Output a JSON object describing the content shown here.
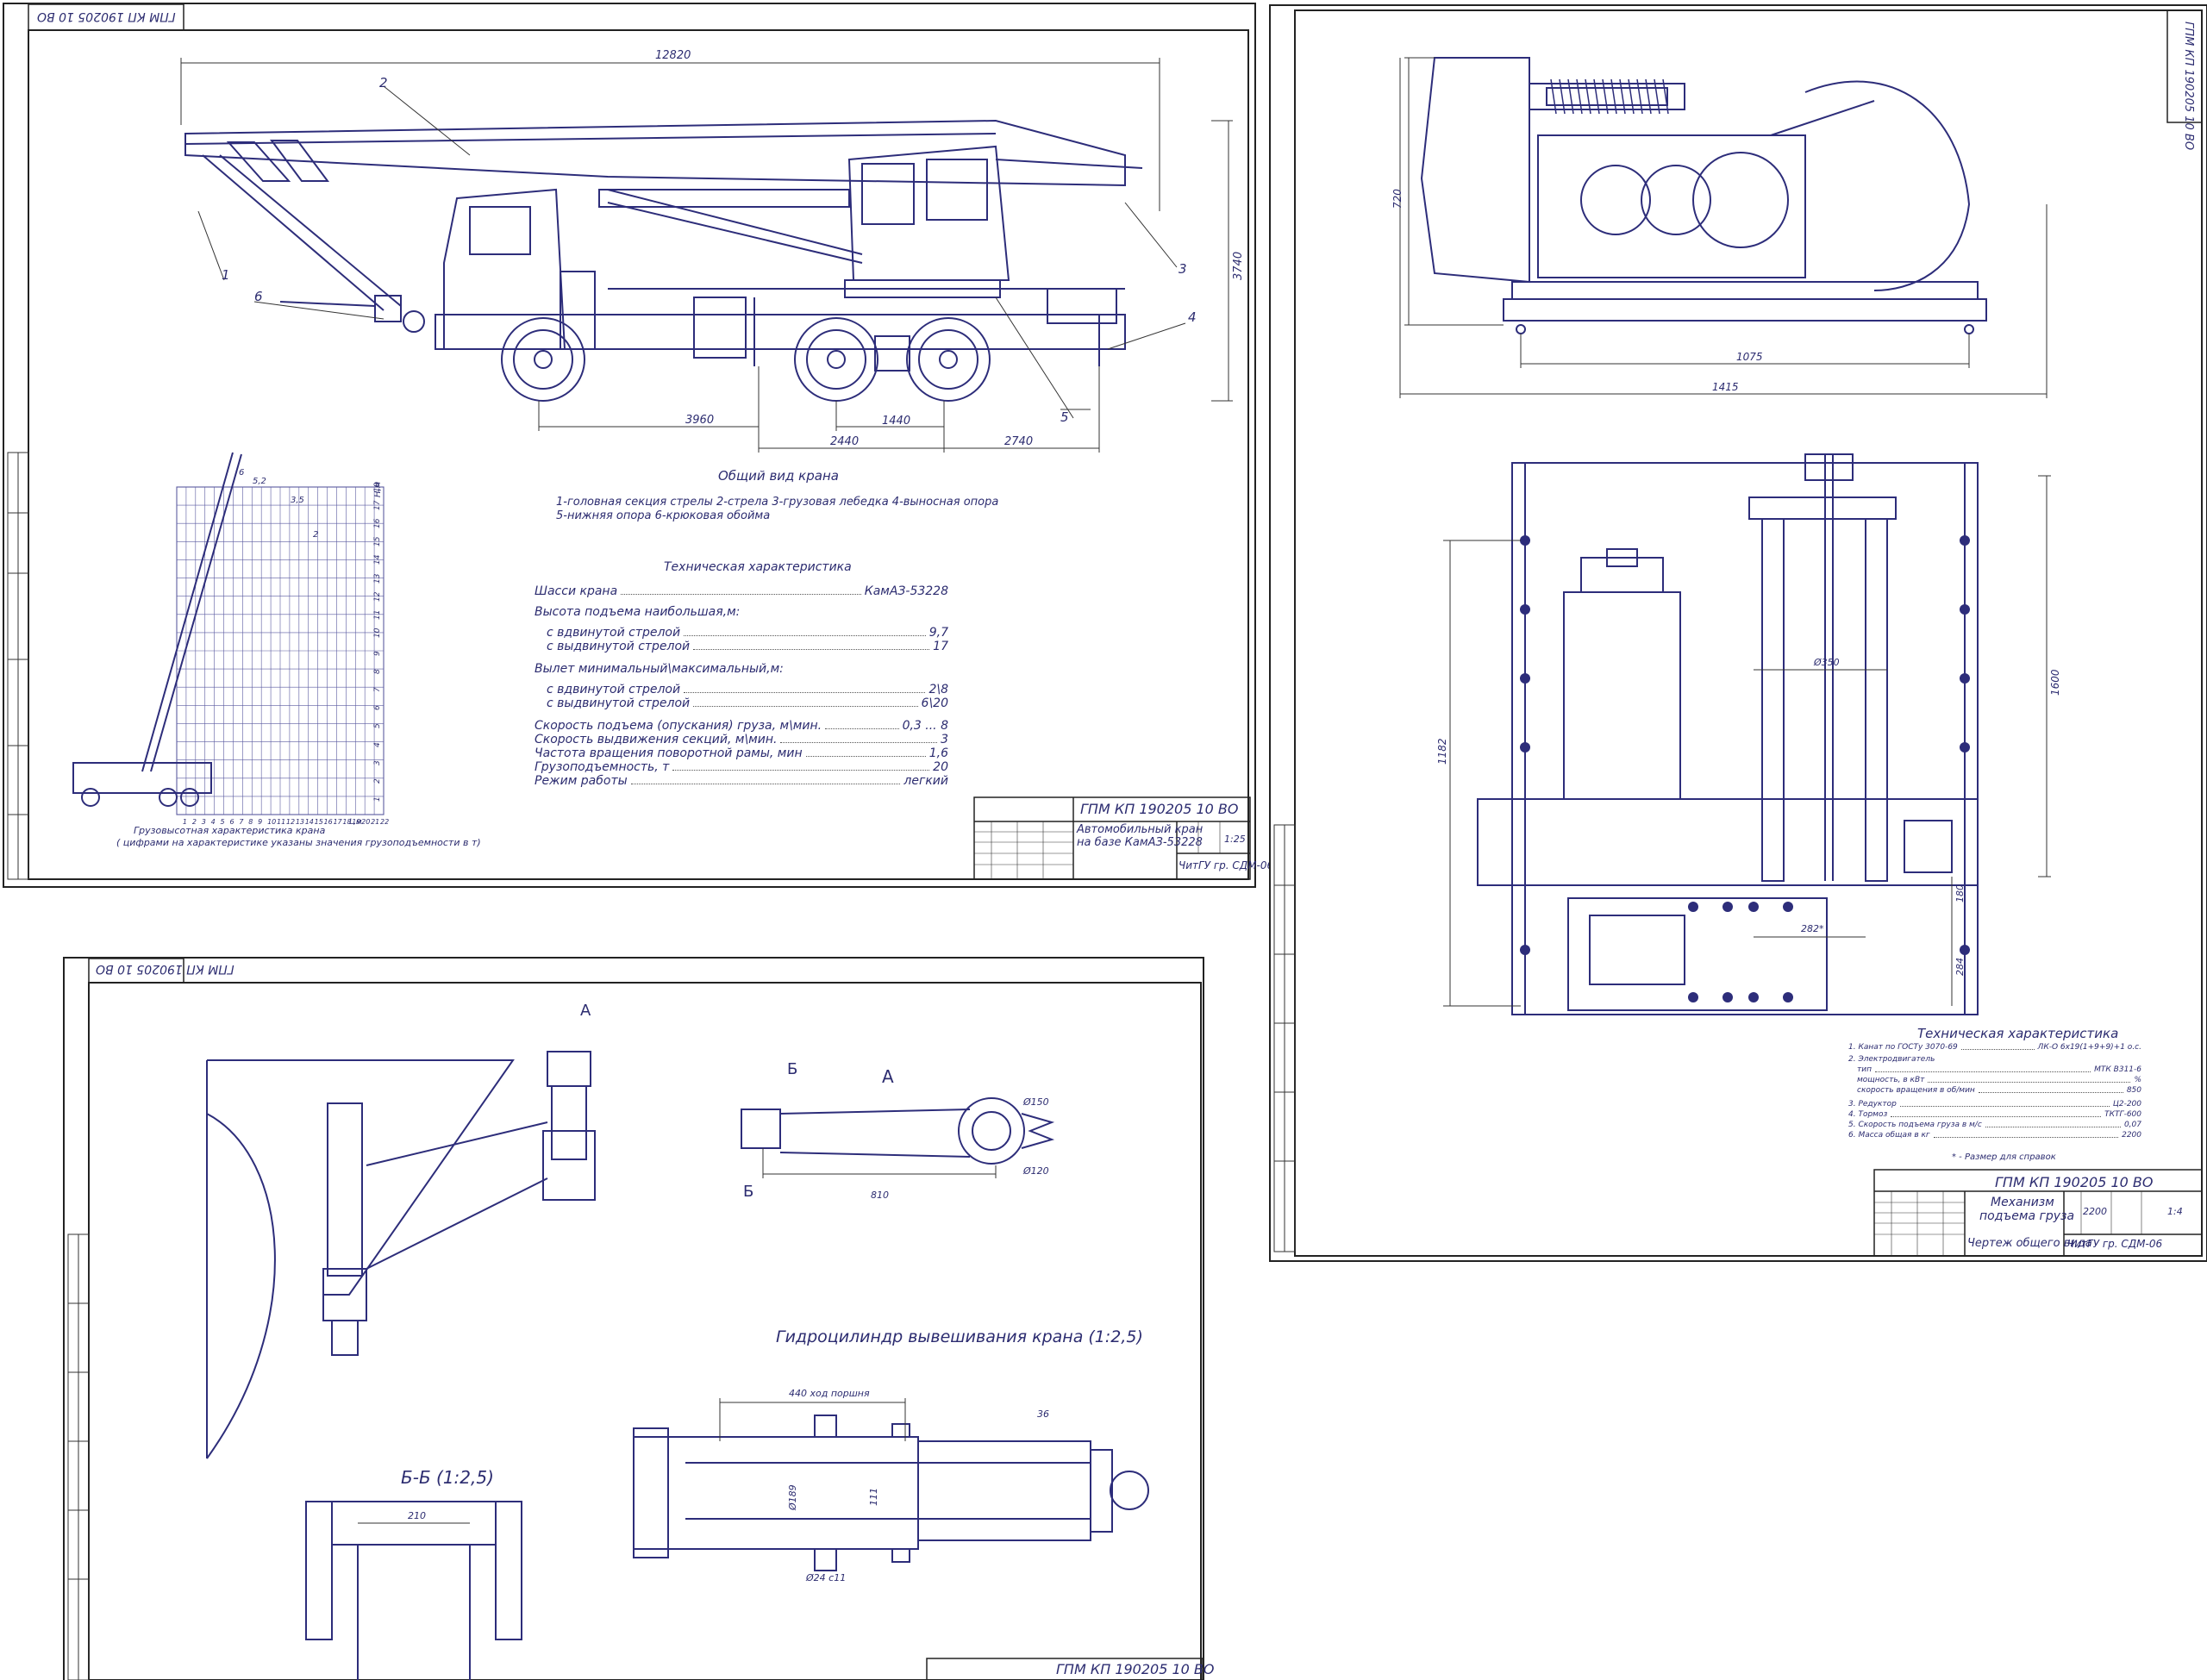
{
  "sheet1": {
    "top_code": "ГПМ КП 190205 10 ВО",
    "dims": {
      "total_length": "12820",
      "height": "3740",
      "d1": "3960",
      "d2": "1440",
      "d3": "2440",
      "d4": "2740"
    },
    "part_numbers": [
      "1",
      "2",
      "3",
      "4",
      "5",
      "6"
    ],
    "general_view_title": "Общий вид крана",
    "legend_line1": "1-головная секция стрелы  2-стрела  3-грузовая лебедка  4-выносная опора",
    "legend_line2": "5-нижняя опора  6-крюковая обойма",
    "tech_title": "Техническая характеристика",
    "spec": [
      {
        "label": "Шасси крана",
        "value": "КамАЗ-53228"
      },
      {
        "label": "Высота подъема наибольшая,м:",
        "value": ""
      },
      {
        "label": "   с вдвинутой стрелой",
        "value": "9,7"
      },
      {
        "label": "   с выдвинутой стрелой",
        "value": "17"
      },
      {
        "label": "Вылет минимальный\\максимальный,м:",
        "value": ""
      },
      {
        "label": "   с вдвинутой стрелой",
        "value": "2\\8"
      },
      {
        "label": "   с выдвинутой стрелой",
        "value": "6\\20"
      },
      {
        "label": "Скорость подъема (опускания) груза, м\\мин.",
        "value": "0,3 ... 8"
      },
      {
        "label": "Скорость выдвижения секций, м\\мин.",
        "value": "3"
      },
      {
        "label": "Частота вращения поворотной рамы, мин",
        "value": "1,6"
      },
      {
        "label": "Грузоподъемность, т",
        "value": "20"
      },
      {
        "label": "Режим работы",
        "value": "легкий"
      }
    ],
    "chart_caption1": "Грузовысотная характеристика крана",
    "chart_caption2": "( цифрами на характеристике указаны значения грузоподъемности в т)",
    "chart_axis_unit": "Н,м",
    "chart_y_ticks": [
      "1",
      "2",
      "3",
      "4",
      "5",
      "6",
      "7",
      "8",
      "9",
      "10",
      "11",
      "12",
      "13",
      "14",
      "15",
      "16",
      "17",
      "18"
    ],
    "chart_x_ticks": [
      "1",
      "2",
      "3",
      "4",
      "5",
      "6",
      "7",
      "8",
      "9",
      "10",
      "11",
      "12",
      "13",
      "14",
      "15",
      "16",
      "17",
      "18",
      "19",
      "20",
      "21",
      "22"
    ],
    "chart_x_unit": "L,м",
    "chart_labels": [
      "6",
      "5,2",
      "3,5",
      "2"
    ],
    "stamp_code": "ГПМ КП 190205 10 ВО",
    "stamp_name1": "Автомобильный кран",
    "stamp_name2": "на базе КамАЗ-53228",
    "stamp_scale": "1:25",
    "stamp_org": "ЧитГУ гр. СДМ-06"
  },
  "sheet2": {
    "top_code": "ГПМ КП 190205 10 ВО",
    "dims": {
      "h": "720",
      "w1": "1075",
      "w2": "1415",
      "drum": "Ø350",
      "len": "1600",
      "left": "1182",
      "bottom1": "180",
      "bottom2": "284",
      "gear": "282*"
    },
    "tech_title": "Техническая характеристика",
    "spec": [
      {
        "label": "1. Канат по ГОСТу 3070-69",
        "value": "ЛК-О 6х19(1+9+9)+1 о.с."
      },
      {
        "label": "2. Электродвигатель",
        "value": ""
      },
      {
        "label": "   тип",
        "value": "МТК В311-6"
      },
      {
        "label": "   мощность, в кВт",
        "value": "%"
      },
      {
        "label": "   скорость вращения в об/мин",
        "value": "850"
      },
      {
        "label": "3. Редуктор",
        "value": "Ц2-200"
      },
      {
        "label": "4. Тормоз",
        "value": "ТКТГ-600"
      },
      {
        "label": "5. Скорость подъема груза в м/с",
        "value": "0,07"
      },
      {
        "label": "6. Масса общая в кг",
        "value": "2200"
      }
    ],
    "footnote": "* - Размер для справок",
    "stamp_code": "ГПМ КП 190205 10 ВО",
    "stamp_name1": "Механизм",
    "stamp_name2": "подъема груза",
    "stamp_name3": "Чертеж общего вида",
    "stamp_mass": "2200",
    "stamp_scale": "1:4",
    "stamp_org": "ЧитГУ гр. СДМ-06"
  },
  "sheet3": {
    "top_code": "ГПМ КП 190205 10 ВО",
    "view_a": "А",
    "view_b": "Б",
    "section_title": "Б-Б (1:2,5)",
    "section_dim": "210",
    "arm_dim": "810",
    "dia1": "Ø150",
    "dia2": "Ø120",
    "cyl_title": "Гидроцилиндр вывешивания крана (1:2,5)",
    "stroke": "440 ход поршня",
    "dia_rod": "Ø189",
    "dia_in": "111",
    "dia_p": "Ø24 с11",
    "small_dim": "36",
    "stamp_code": "ГПМ КП 190205 10 ВО"
  }
}
